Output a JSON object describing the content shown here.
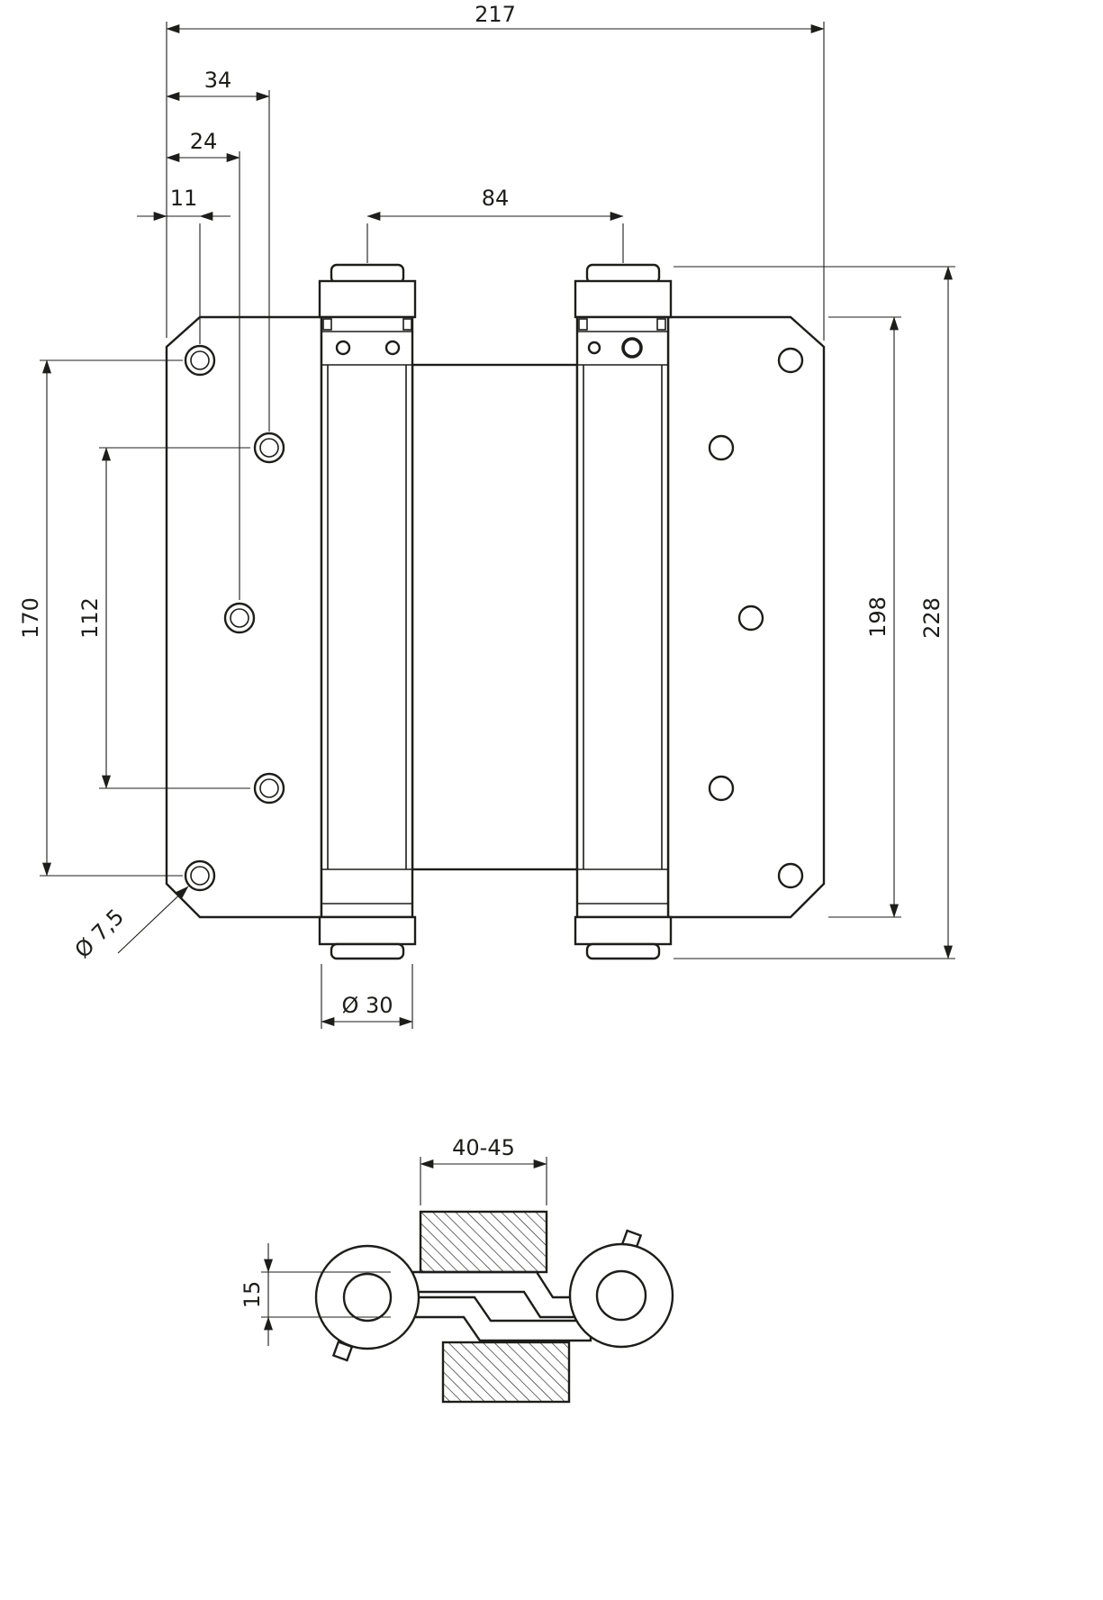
{
  "drawing": {
    "type": "double-action spring hinge dimensional drawing",
    "line_color": "#1d1d1b",
    "background": "#ffffff"
  },
  "front_view": {
    "dimensions": {
      "overall_width": "217",
      "outer_hole_offset": "34",
      "middle_hole_offset": "24",
      "inner_hole_offset": "11",
      "pin_distance": "84",
      "outer_hole_span": "170",
      "inner_hole_span": "112",
      "leaf_height": "198",
      "overall_height": "228",
      "hole_diameter": "Ø 7,5",
      "barrel_diameter": "Ø 30"
    }
  },
  "section_view": {
    "dimensions": {
      "door_thickness": "40-45",
      "leaf_offset": "15"
    }
  }
}
